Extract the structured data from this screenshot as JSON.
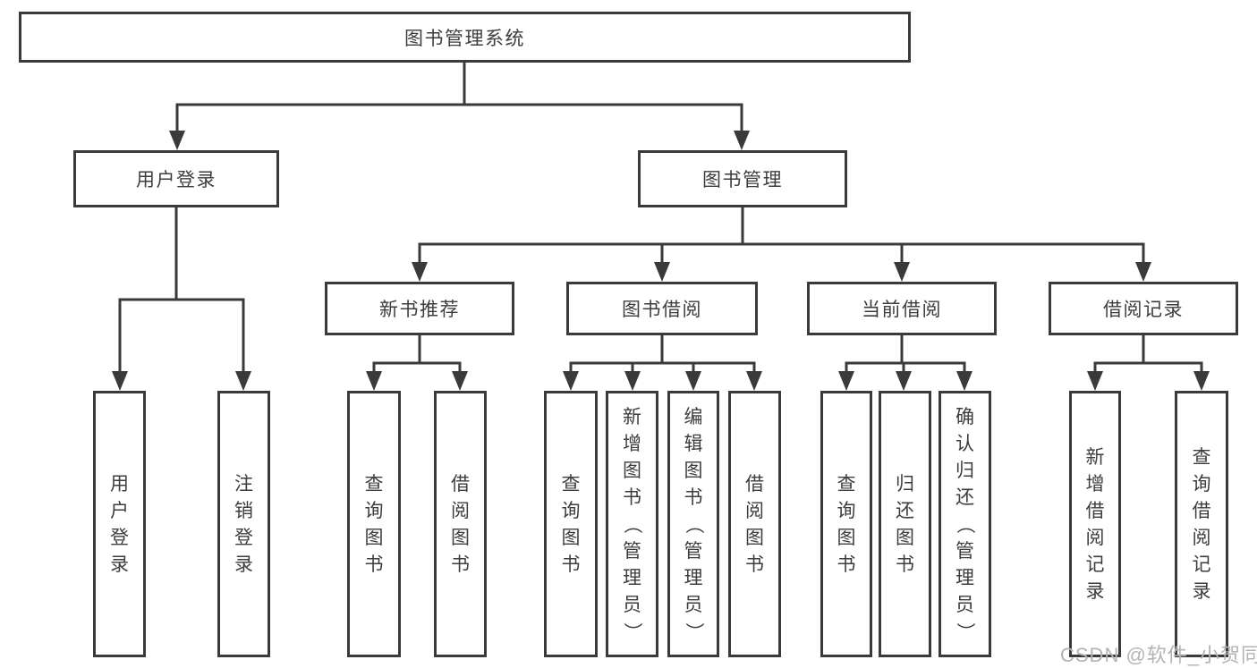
{
  "diagram": {
    "root": {
      "label": "图书管理系统",
      "children": [
        {
          "label": "用户登录",
          "children": [
            {
              "label": "用户登录"
            },
            {
              "label": "注销登录"
            }
          ]
        },
        {
          "label": "图书管理",
          "children": [
            {
              "label": "新书推荐",
              "children": [
                {
                  "label": "查询图书"
                },
                {
                  "label": "借阅图书"
                }
              ]
            },
            {
              "label": "图书借阅",
              "children": [
                {
                  "label": "查询图书"
                },
                {
                  "label": "新增图书（管理员）"
                },
                {
                  "label": "编辑图书（管理员）"
                },
                {
                  "label": "借阅图书"
                }
              ]
            },
            {
              "label": "当前借阅",
              "children": [
                {
                  "label": "查询图书"
                },
                {
                  "label": "归还图书"
                },
                {
                  "label": "确认归还（管理员）"
                }
              ]
            },
            {
              "label": "借阅记录",
              "children": [
                {
                  "label": "新增借阅记录"
                },
                {
                  "label": "查询借阅记录"
                }
              ]
            }
          ]
        }
      ]
    }
  },
  "watermark": "CSDN @软件_小贺同学",
  "colors": {
    "line": "#3a3a3a",
    "text": "#3d3d3d",
    "watermark": "#b3b3b3",
    "background": "#ffffff"
  }
}
